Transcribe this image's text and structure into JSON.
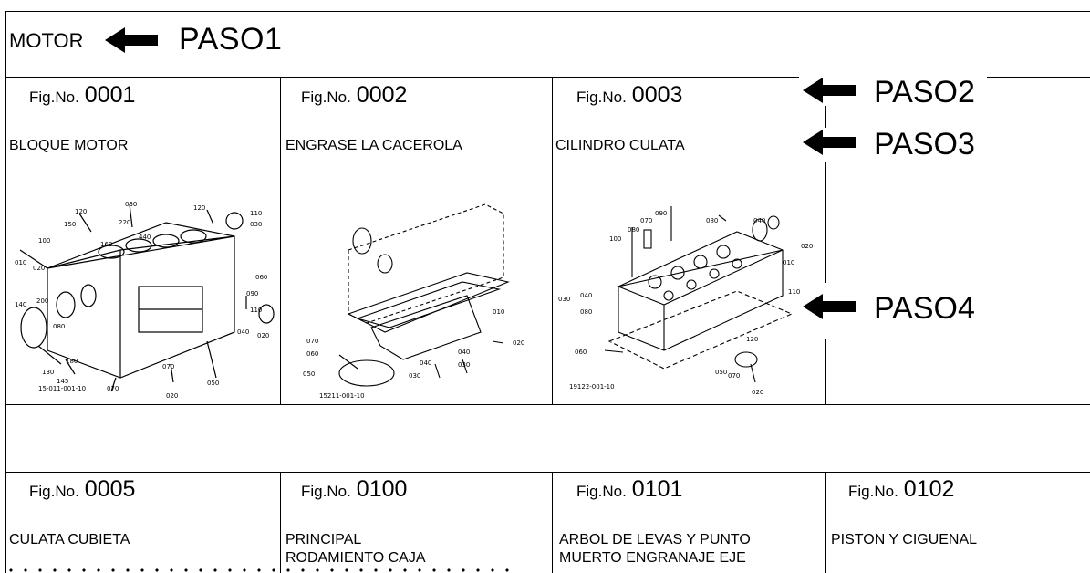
{
  "header": {
    "section": "MOTOR",
    "step": "PASO1"
  },
  "row1": [
    {
      "fig_label": "Fig.No.",
      "fig_num": "0001",
      "title": "BLOQUE MOTOR"
    },
    {
      "fig_label": "Fig.No.",
      "fig_num": "0002",
      "title": "ENGRASE LA CACEROLA"
    },
    {
      "fig_label": "Fig.No.",
      "fig_num": "0003",
      "title": "CILINDRO CULATA"
    }
  ],
  "steps": {
    "paso2": "PASO2",
    "paso3": "PASO3",
    "paso4": "PASO4"
  },
  "row2": [
    {
      "fig_label": "Fig.No.",
      "fig_num": "0005",
      "title_line1": "CULATA CUBIETA",
      "title_line2": ""
    },
    {
      "fig_label": "Fig.No.",
      "fig_num": "0100",
      "title_line1": "PRINCIPAL",
      "title_line2": "RODAMIENTO CAJA"
    },
    {
      "fig_label": "Fig.No.",
      "fig_num": "0101",
      "title_line1": "ARBOL DE LEVAS Y PUNTO",
      "title_line2": "MUERTO ENGRANAJE EJE"
    },
    {
      "fig_label": "Fig.No.",
      "fig_num": "0102",
      "title_line1": "PISTON Y CIGUENAL",
      "title_line2": ""
    }
  ],
  "colors": {
    "ink": "#000000",
    "paper": "#ffffff"
  }
}
